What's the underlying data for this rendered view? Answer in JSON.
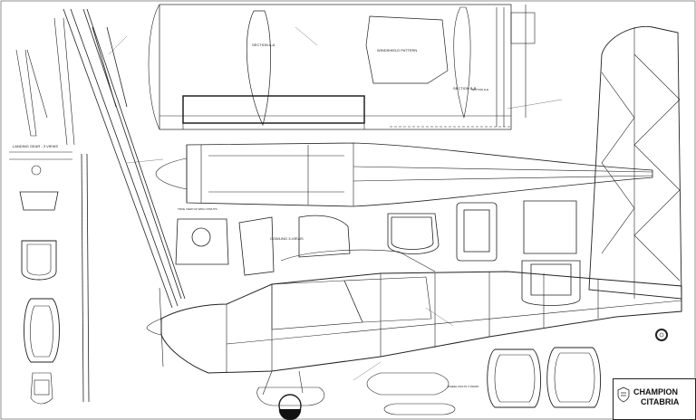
{
  "title_block": {
    "line1": "CHAMPION",
    "line2": "CITABRIA"
  },
  "labels": {
    "section_a": "SECTION A-A",
    "section_b": "SECTION B-B",
    "section_e": "SECTION E-E",
    "windshield": "WINDSHIELD PATTERN",
    "landing_gear": "LANDING GEAR - 3 VIEWS",
    "cowling": "COWLING 3-VIEWS",
    "wing_struts": "TRUE VIEW OF WING STRUTS",
    "wheel_pants": "WHEEL PANTS 3 VIEWS"
  },
  "colors": {
    "ink": "#222222",
    "paper": "#ffffff",
    "hatch": "#555555"
  }
}
